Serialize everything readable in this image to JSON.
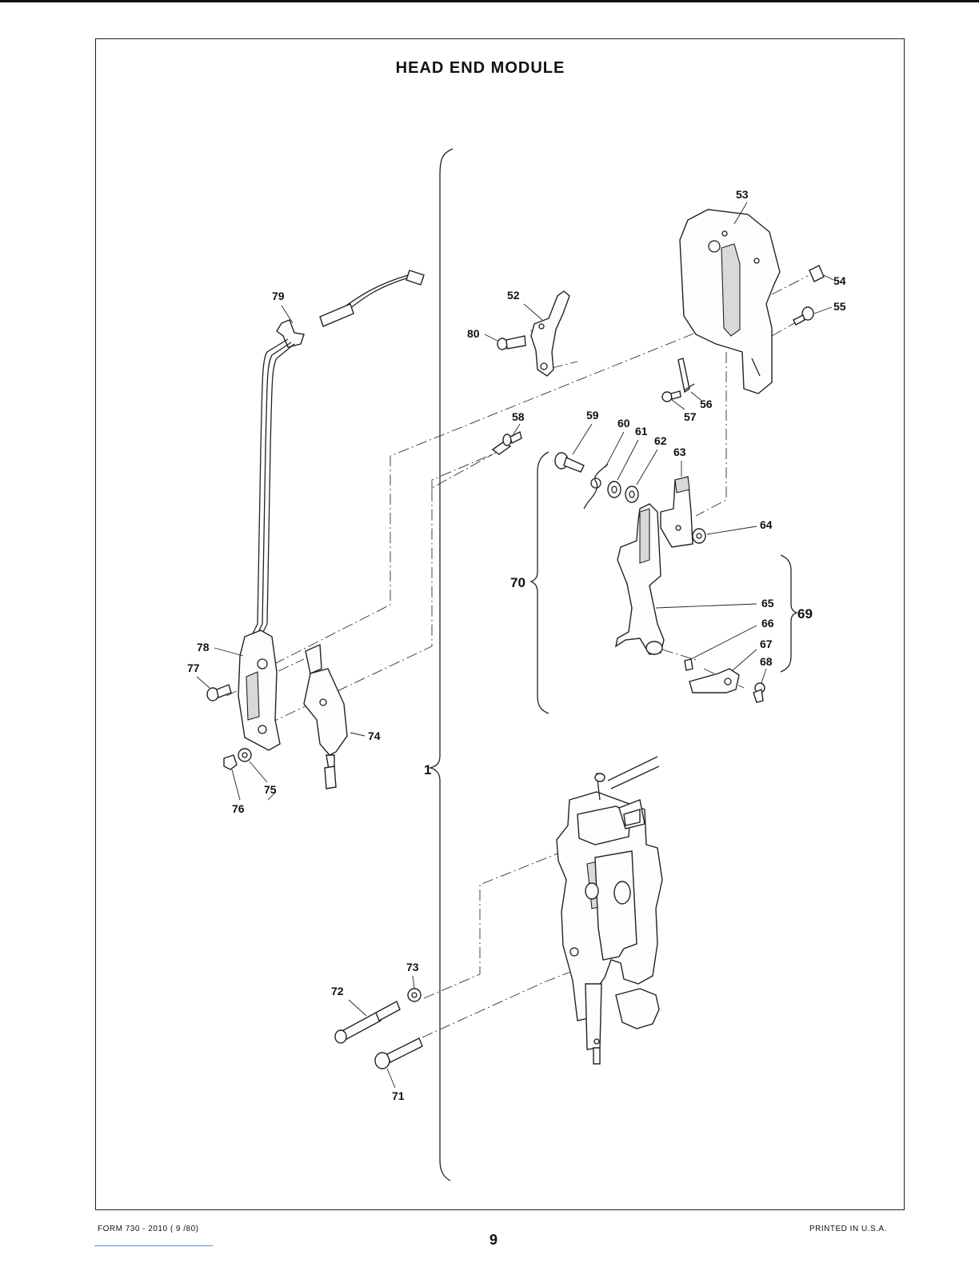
{
  "title": "HEAD  END MODULE",
  "footer": {
    "form_number": "FORM 730 - 2010  ( 9 /80)",
    "page_number": "9",
    "printed": "PRINTED  IN U.S.A."
  },
  "group_labels": {
    "assembly": "1",
    "subassembly_70": "70",
    "subassembly_69": "69"
  },
  "part_numbers": [
    "52",
    "53",
    "54",
    "55",
    "56",
    "57",
    "58",
    "59",
    "60",
    "61",
    "62",
    "63",
    "64",
    "65",
    "66",
    "67",
    "68",
    "71",
    "72",
    "73",
    "74",
    "75",
    "76",
    "77",
    "78",
    "79",
    "80"
  ]
}
